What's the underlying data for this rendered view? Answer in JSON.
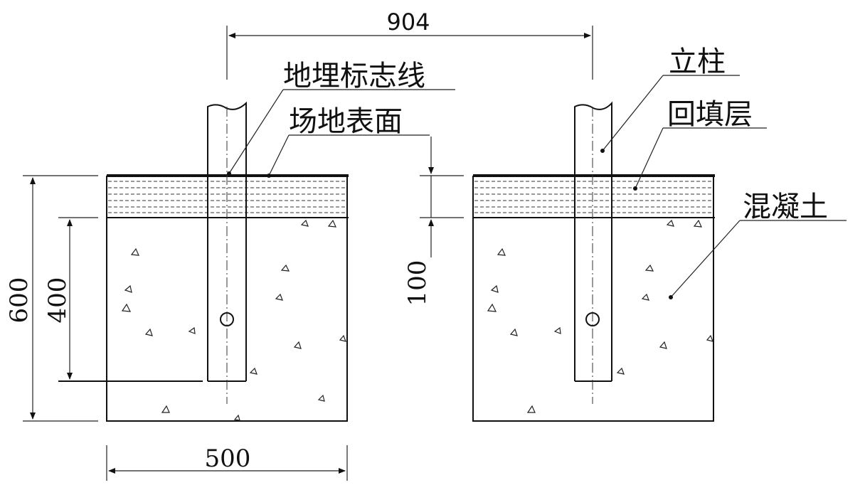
{
  "labels": {
    "marker_line": "地埋标志线",
    "site_surface": "场地表面",
    "post": "立柱",
    "backfill": "回填层",
    "concrete": "混凝土"
  },
  "dimensions": {
    "spacing": "904",
    "width": "500",
    "total_depth": "600",
    "embed_depth": "400",
    "backfill_thickness": "100"
  }
}
